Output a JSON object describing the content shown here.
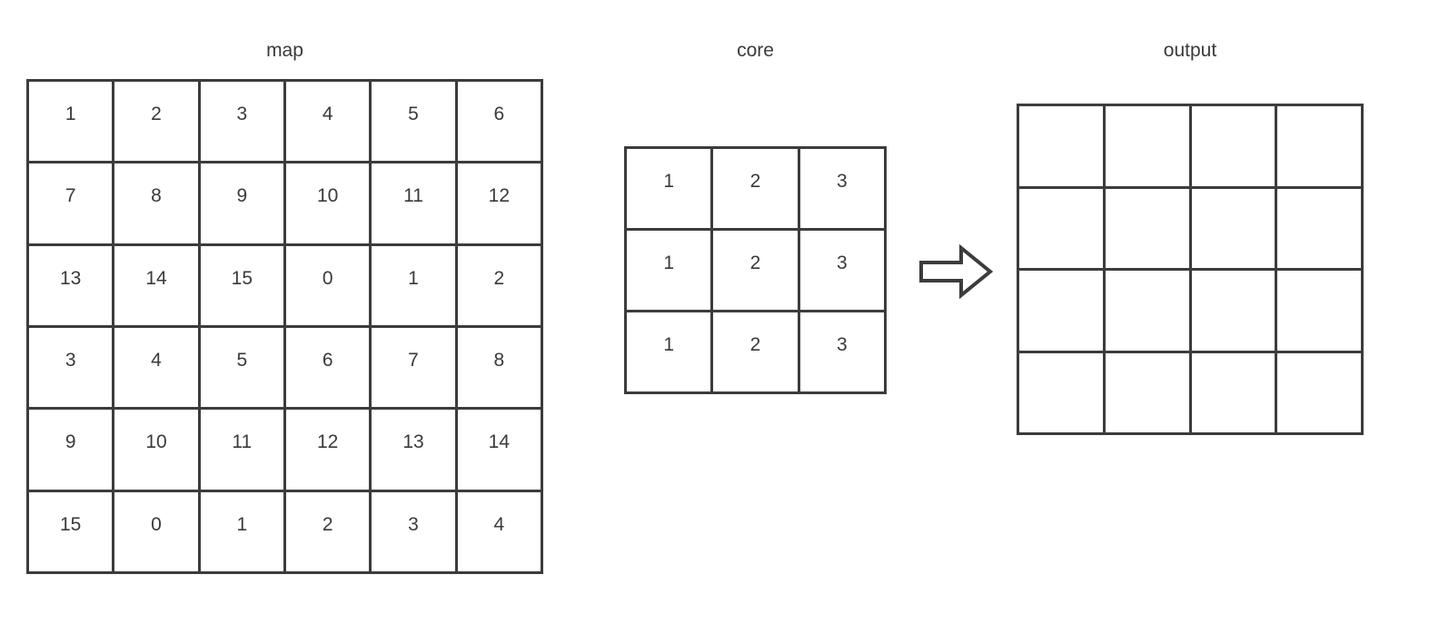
{
  "diagram": {
    "type": "convolution-illustration",
    "background_color": "#ffffff",
    "line_color": "#3c3c3c",
    "text_color": "#3a3a3a"
  },
  "map": {
    "title": "map",
    "rows": 6,
    "cols": 6,
    "cells": [
      [
        "1",
        "2",
        "3",
        "4",
        "5",
        "6"
      ],
      [
        "7",
        "8",
        "9",
        "10",
        "11",
        "12"
      ],
      [
        "13",
        "14",
        "15",
        "0",
        "1",
        "2"
      ],
      [
        "3",
        "4",
        "5",
        "6",
        "7",
        "8"
      ],
      [
        "9",
        "10",
        "11",
        "12",
        "13",
        "14"
      ],
      [
        "15",
        "0",
        "1",
        "2",
        "3",
        "4"
      ]
    ]
  },
  "core": {
    "title": "core",
    "rows": 3,
    "cols": 3,
    "cells": [
      [
        "1",
        "2",
        "3"
      ],
      [
        "1",
        "2",
        "3"
      ],
      [
        "1",
        "2",
        "3"
      ]
    ]
  },
  "arrow": {
    "icon": "right-arrow-icon",
    "direction": "right",
    "style": "outlined"
  },
  "output": {
    "title": "output",
    "rows": 4,
    "cols": 4,
    "cells": [
      [
        "",
        "",
        "",
        ""
      ],
      [
        "",
        "",
        "",
        ""
      ],
      [
        "",
        "",
        "",
        ""
      ],
      [
        "",
        "",
        "",
        ""
      ]
    ]
  }
}
